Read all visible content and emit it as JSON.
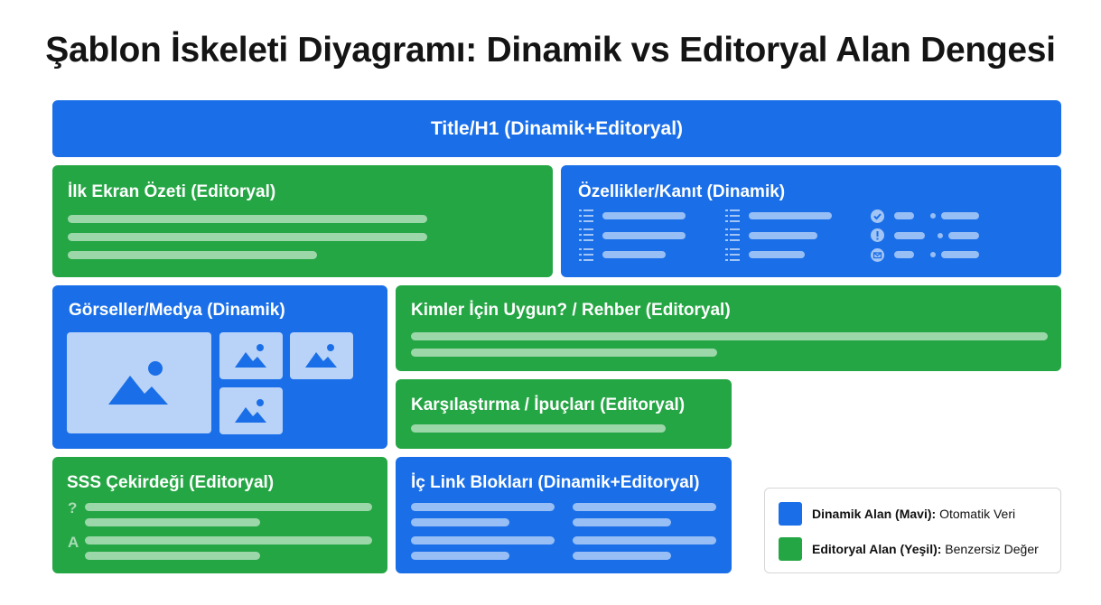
{
  "title": "Şablon İskeleti Diyagramı: Dinamik vs Editoryal Alan Dengesi",
  "blocks": {
    "h1": "Title/H1 (Dinamik+Editoryal)",
    "summary": "İlk Ekran Özeti (Editoryal)",
    "features": "Özellikler/Kanıt (Dinamik)",
    "media": "Görseller/Medya (Dinamik)",
    "audience": "Kimler İçin Uygun? / Rehber (Editoryal)",
    "comparison": "Karşılaştırma / İpuçları (Editoryal)",
    "faq": "SSS Çekirdeği (Editoryal)",
    "links": "İç Link Blokları (Dinamik+Editoryal)"
  },
  "faq_markers": {
    "question": "?",
    "answer": "A"
  },
  "legend": {
    "dynamic_label": "Dinamik Alan (Mavi):",
    "dynamic_desc": "Otomatik Veri",
    "editorial_label": "Editoryal Alan (Yeşil):",
    "editorial_desc": "Benzersiz Değer"
  },
  "colors": {
    "dynamic": "#1a6fe8",
    "editorial": "#25a644",
    "image_placeholder": "#b9d3f8"
  },
  "icons": [
    "list-icon",
    "check-icon",
    "exclamation-icon",
    "email-icon",
    "image-icon"
  ]
}
